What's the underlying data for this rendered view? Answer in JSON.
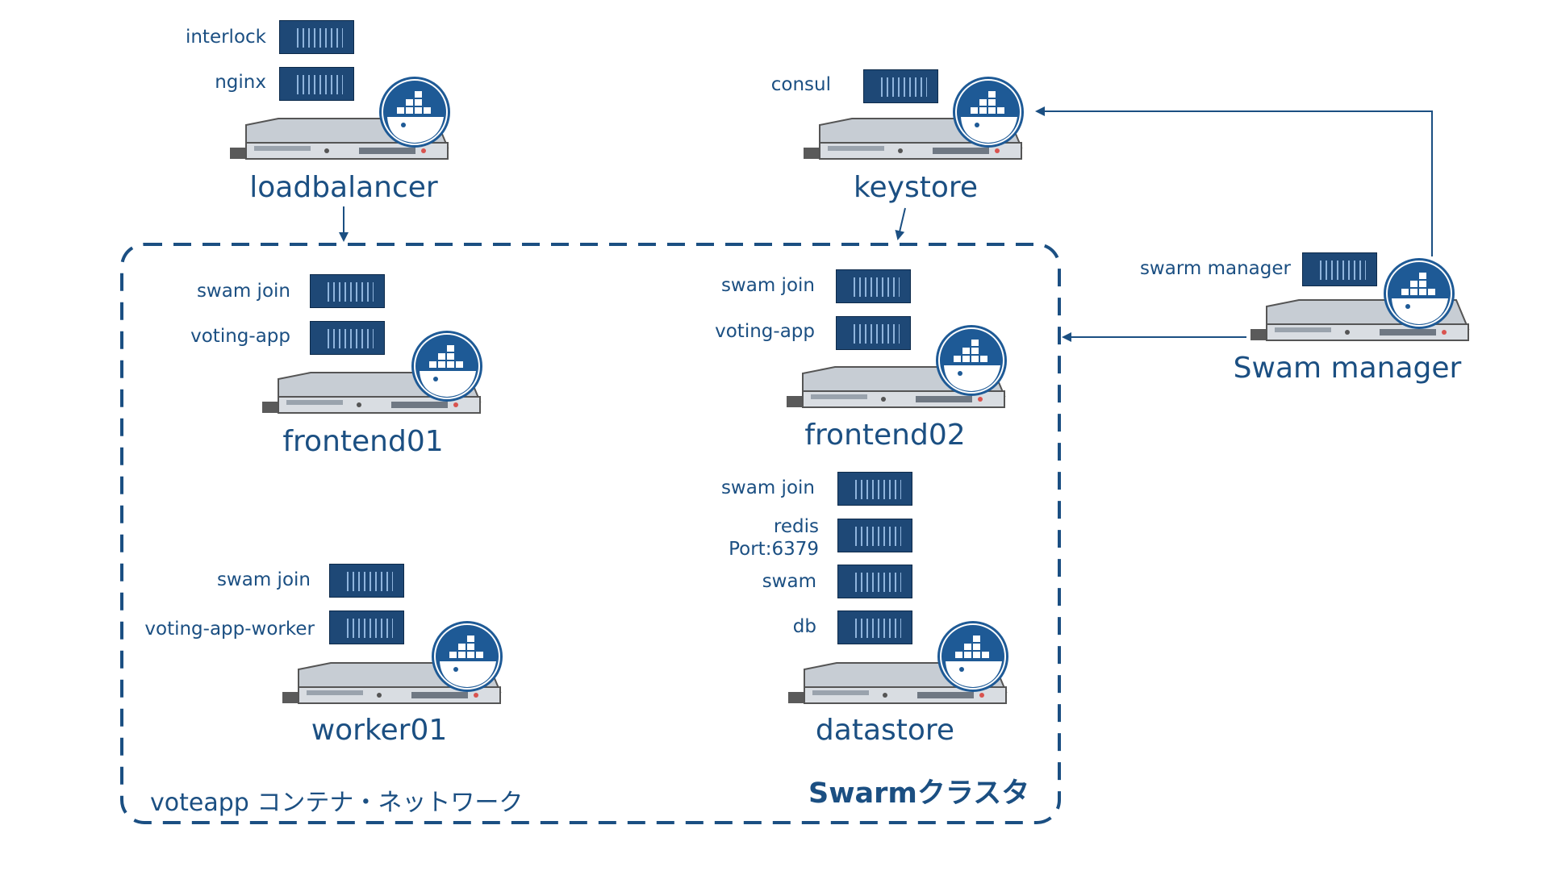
{
  "hosts": {
    "loadbalancer": {
      "name": "loadbalancer",
      "containers": [
        "interlock",
        "nginx"
      ]
    },
    "keystore": {
      "name": "keystore",
      "containers": [
        "consul"
      ]
    },
    "frontend01": {
      "name": "frontend01",
      "containers": [
        "swam join",
        "voting-app"
      ]
    },
    "frontend02": {
      "name": "frontend02",
      "containers": [
        "swam join",
        "voting-app"
      ]
    },
    "worker01": {
      "name": "worker01",
      "containers": [
        "swam join",
        "voting-app-worker"
      ]
    },
    "datastore": {
      "name": "datastore",
      "containers": [
        "swam join",
        "redis",
        "Port:6379",
        "swam",
        "db"
      ]
    },
    "manager": {
      "name": "Swam manager",
      "containers": [
        "swarm manager"
      ]
    }
  },
  "network_label": "voteapp コンテナ・ネットワーク",
  "cluster_label": "Swarmクラスタ",
  "icons": {
    "server": "server-rack-icon",
    "docker": "docker-whale-icon",
    "container": "container-box-icon"
  },
  "colors": {
    "primary": "#1b4f82",
    "box": "#1e4876",
    "dashed_border": "#1b4f82"
  }
}
